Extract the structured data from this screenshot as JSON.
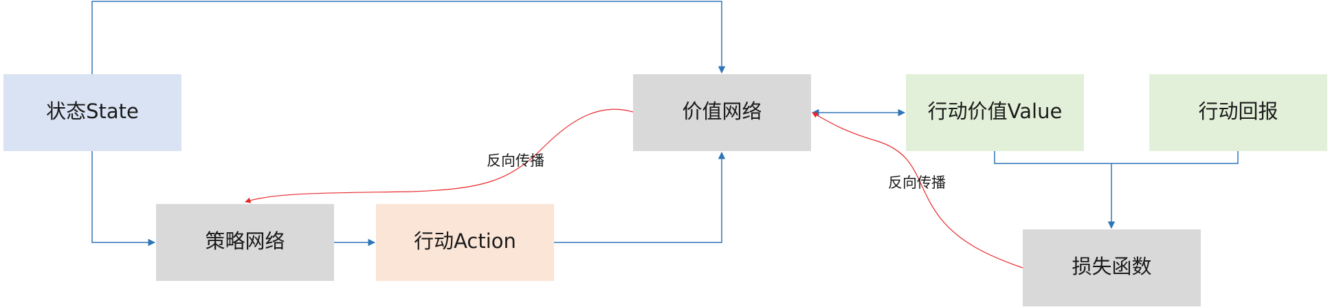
{
  "colors": {
    "state_fill": "#dae3f3",
    "network_fill": "#d9d9d9",
    "action_fill": "#fbe5d6",
    "value_fill": "#e2f0d9",
    "blue_arrow": "#2e75b6",
    "red_arrow": "#e8262a"
  },
  "nodes": {
    "state": "状态State",
    "policy_net": "策略网络",
    "action": "行动Action",
    "value_net": "价值网络",
    "action_value": "行动价值Value",
    "reward": "行动回报",
    "loss": "损失函数"
  },
  "edge_labels": {
    "backprop_to_policy": "反向传播",
    "backprop_to_value": "反向传播"
  }
}
